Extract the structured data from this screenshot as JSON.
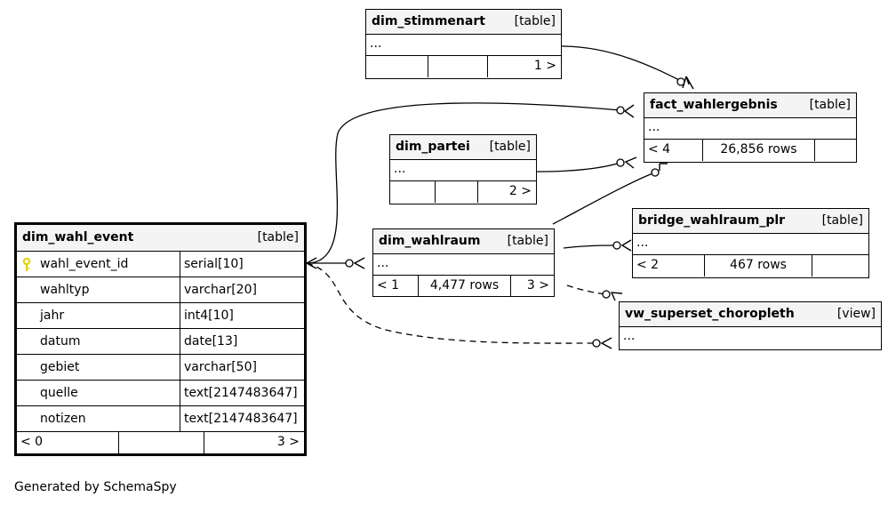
{
  "tables": {
    "dim_stimmenart": {
      "name": "dim_stimmenart",
      "kind": "[table]",
      "body": "...",
      "parents": "",
      "rows": "",
      "children": "1 >"
    },
    "fact_wahlergebnis": {
      "name": "fact_wahlergebnis",
      "kind": "[table]",
      "body": "...",
      "parents": "< 4",
      "rows": "26,856 rows",
      "children": ""
    },
    "dim_partei": {
      "name": "dim_partei",
      "kind": "[table]",
      "body": "...",
      "parents": "",
      "rows": "",
      "children": "2 >"
    },
    "dim_wahlraum": {
      "name": "dim_wahlraum",
      "kind": "[table]",
      "body": "...",
      "parents": "< 1",
      "rows": "4,477 rows",
      "children": "3 >"
    },
    "bridge_wahlraum_plr": {
      "name": "bridge_wahlraum_plr",
      "kind": "[table]",
      "body": "...",
      "parents": "< 2",
      "rows": "467 rows",
      "children": ""
    },
    "vw_superset_choropleth": {
      "name": "vw_superset_choropleth",
      "kind": "[view]",
      "body": "..."
    },
    "dim_wahl_event": {
      "name": "dim_wahl_event",
      "kind": "[table]",
      "columns": [
        {
          "name": "wahl_event_id",
          "type": "serial[10]",
          "primary_key": true
        },
        {
          "name": "wahltyp",
          "type": "varchar[20]"
        },
        {
          "name": "jahr",
          "type": "int4[10]"
        },
        {
          "name": "datum",
          "type": "date[13]"
        },
        {
          "name": "gebiet",
          "type": "varchar[50]"
        },
        {
          "name": "quelle",
          "type": "text[2147483647]"
        },
        {
          "name": "notizen",
          "type": "text[2147483647]"
        }
      ],
      "parents": "< 0",
      "rows": "",
      "children": "3 >"
    }
  },
  "footer": "Generated by SchemaSpy",
  "colors": {
    "key_icon": "#e5cf00",
    "header_bg": "#f4f4f4",
    "line": "#000000"
  }
}
